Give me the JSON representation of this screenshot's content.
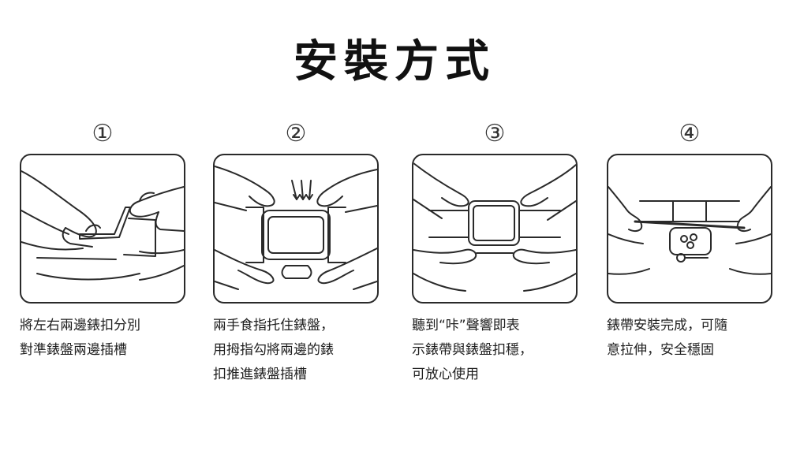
{
  "title": "安裝方式",
  "steps": [
    {
      "number": "①",
      "lines": [
        "將左右兩邊錶扣分別",
        "對準錶盤兩邊插槽"
      ]
    },
    {
      "number": "②",
      "lines": [
        "兩手食指托住錶盤，",
        "用拇指勾將兩邊的錶",
        "扣推進錶盤插槽"
      ]
    },
    {
      "number": "③",
      "lines": [
        "聽到“咔”聲響即表",
        "示錶帶與錶盤扣穩，",
        "可放心使用"
      ]
    },
    {
      "number": "④",
      "lines": [
        "錶帶安裝完成，可隨",
        "意拉伸，安全穩固"
      ]
    }
  ],
  "colors": {
    "stroke": "#2a2a2a",
    "text": "#1e1e1e"
  }
}
